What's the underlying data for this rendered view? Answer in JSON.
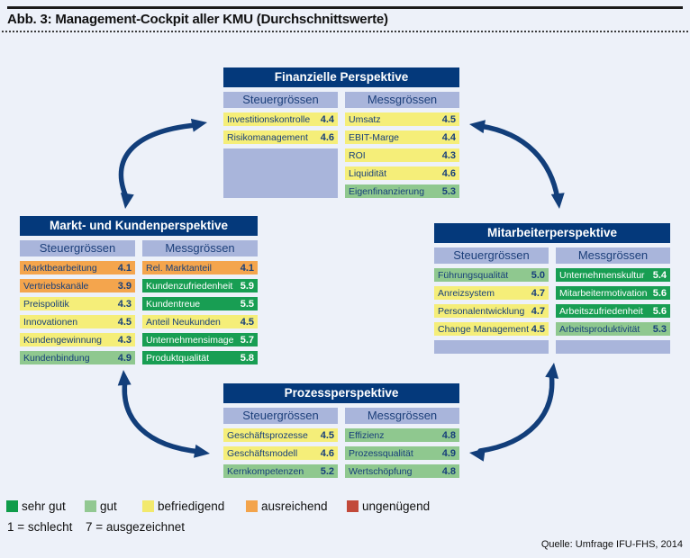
{
  "figure_title": "Abb. 3: Management-Cockpit aller KMU (Durchschnittswerte)",
  "perspectives": [
    {
      "title": "Finanzielle Perspektive",
      "col1_header": "Steuergrössen",
      "col2_header": "Messgrössen",
      "steuergroessen": [
        {
          "label": "Investitionskontrolle",
          "value": "4.4",
          "rating": "befriedigend"
        },
        {
          "label": "Risikomanagement",
          "value": "4.6",
          "rating": "befriedigend"
        }
      ],
      "messgroessen": [
        {
          "label": "Umsatz",
          "value": "4.5",
          "rating": "befriedigend"
        },
        {
          "label": "EBIT-Marge",
          "value": "4.4",
          "rating": "befriedigend"
        },
        {
          "label": "ROI",
          "value": "4.3",
          "rating": "befriedigend"
        },
        {
          "label": "Liquidität",
          "value": "4.6",
          "rating": "befriedigend"
        },
        {
          "label": "Eigenfinanzierung",
          "value": "5.3",
          "rating": "gut"
        }
      ]
    },
    {
      "title": "Markt- und Kundenperspektive",
      "col1_header": "Steuergrössen",
      "col2_header": "Messgrössen",
      "steuergroessen": [
        {
          "label": "Marktbearbeitung",
          "value": "4.1",
          "rating": "ausreichend"
        },
        {
          "label": "Vertriebskanäle",
          "value": "3.9",
          "rating": "ausreichend"
        },
        {
          "label": "Preispolitik",
          "value": "4.3",
          "rating": "befriedigend"
        },
        {
          "label": "Innovationen",
          "value": "4.5",
          "rating": "befriedigend"
        },
        {
          "label": "Kundengewinnung",
          "value": "4.3",
          "rating": "befriedigend"
        },
        {
          "label": "Kundenbindung",
          "value": "4.9",
          "rating": "gut"
        }
      ],
      "messgroessen": [
        {
          "label": "Rel. Marktanteil",
          "value": "4.1",
          "rating": "ausreichend"
        },
        {
          "label": "Kundenzufriedenheit",
          "value": "5.9",
          "rating": "sehr gut"
        },
        {
          "label": "Kundentreue",
          "value": "5.5",
          "rating": "sehr gut"
        },
        {
          "label": "Anteil Neukunden",
          "value": "4.5",
          "rating": "befriedigend"
        },
        {
          "label": "Unternehmensimage",
          "value": "5.7",
          "rating": "sehr gut"
        },
        {
          "label": "Produktqualität",
          "value": "5.8",
          "rating": "sehr gut"
        }
      ]
    },
    {
      "title": "Mitarbeiterperspektive",
      "col1_header": "Steuergrössen",
      "col2_header": "Messgrössen",
      "steuergroessen": [
        {
          "label": "Führungsqualität",
          "value": "5.0",
          "rating": "gut"
        },
        {
          "label": "Anreizsystem",
          "value": "4.7",
          "rating": "befriedigend"
        },
        {
          "label": "Personalentwicklung",
          "value": "4.7",
          "rating": "befriedigend"
        },
        {
          "label": "Change Management",
          "value": "4.5",
          "rating": "befriedigend"
        }
      ],
      "messgroessen": [
        {
          "label": "Unternehmenskultur",
          "value": "5.4",
          "rating": "sehr gut"
        },
        {
          "label": "Mitarbeitermotivation",
          "value": "5.6",
          "rating": "sehr gut"
        },
        {
          "label": "Arbeitszufriedenheit",
          "value": "5.6",
          "rating": "sehr gut"
        },
        {
          "label": "Arbeitsproduktivität",
          "value": "5.3",
          "rating": "gut"
        }
      ]
    },
    {
      "title": "Prozessperspektive",
      "col1_header": "Steuergrössen",
      "col2_header": "Messgrössen",
      "steuergroessen": [
        {
          "label": "Geschäftsprozesse",
          "value": "4.5",
          "rating": "befriedigend"
        },
        {
          "label": "Geschäftsmodell",
          "value": "4.6",
          "rating": "befriedigend"
        },
        {
          "label": "Kernkompetenzen",
          "value": "5.2",
          "rating": "gut"
        }
      ],
      "messgroessen": [
        {
          "label": "Effizienz",
          "value": "4.8",
          "rating": "gut"
        },
        {
          "label": "Prozessqualität",
          "value": "4.9",
          "rating": "gut"
        },
        {
          "label": "Wertschöpfung",
          "value": "4.8",
          "rating": "gut"
        }
      ]
    }
  ],
  "legend": {
    "items": [
      {
        "label": "sehr gut",
        "color": "#0f9c4a"
      },
      {
        "label": "gut",
        "color": "#92c892"
      },
      {
        "label": "befriedigend",
        "color": "#f2e96d"
      },
      {
        "label": "ausreichend",
        "color": "#f3a44c"
      },
      {
        "label": "ungenügend",
        "color": "#c2493a"
      }
    ],
    "scale_min": "1 = schlecht",
    "scale_max": "7 = ausgezeichnet"
  },
  "source": "Quelle: Umfrage IFU-FHS, 2014",
  "colors": {
    "background": "#edf1f9",
    "box_title_bar": "#04397b",
    "column_header": "#a9b5db",
    "row_text": "#173f7a",
    "arrow": "#123e7a",
    "sehr_gut": "#189e53",
    "gut": "#8fc88f",
    "befriedigend": "#f5ee79",
    "ausreichend": "#f4a54d",
    "ungenuegend": "#c2493a"
  }
}
